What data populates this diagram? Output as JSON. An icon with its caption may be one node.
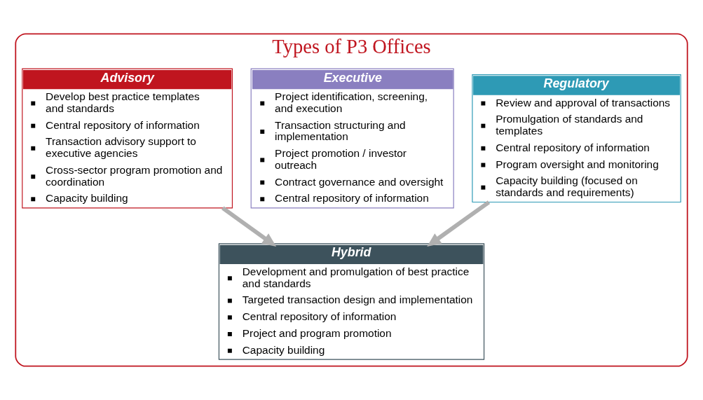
{
  "diagram": {
    "nodes": [
      {
        "text": [
          "Types of P3 Offices"
        ]
      },
      {
        "text": [
          "Advisory",
          "Develop best practice templates and standards",
          "Central repository of information",
          "Transaction advisory support to executive agencies",
          "Cross-sector program promotion and coordination",
          "Capacity building"
        ],
        "in": 0
      },
      {
        "text": [
          "Executive",
          "Project identification, screening, and execution",
          "Transaction structuring and implementation",
          "Project promotion / investor outreach",
          "Contract governance and oversight",
          "Central repository of information"
        ],
        "in": 0
      },
      {
        "text": [
          "Regulatory",
          "Review and approval of transactions",
          "Promulgation of standards and templates",
          "Central repository of information",
          "Program oversight and monitoring",
          "Capacity building (focused on standards and requirements)"
        ],
        "in": 0
      },
      {
        "text": [
          "Hybrid",
          "Development and promulgation of best practice and standards",
          "Targeted transaction design and implementation",
          "Central repository of information",
          "Project and program promotion",
          "Capacity building"
        ],
        "in": 0
      }
    ],
    "edges": [
      {
        "from": 1,
        "to": 4,
        "arrow": "to"
      },
      {
        "from": 3,
        "to": 4,
        "arrow": "to"
      }
    ]
  }
}
